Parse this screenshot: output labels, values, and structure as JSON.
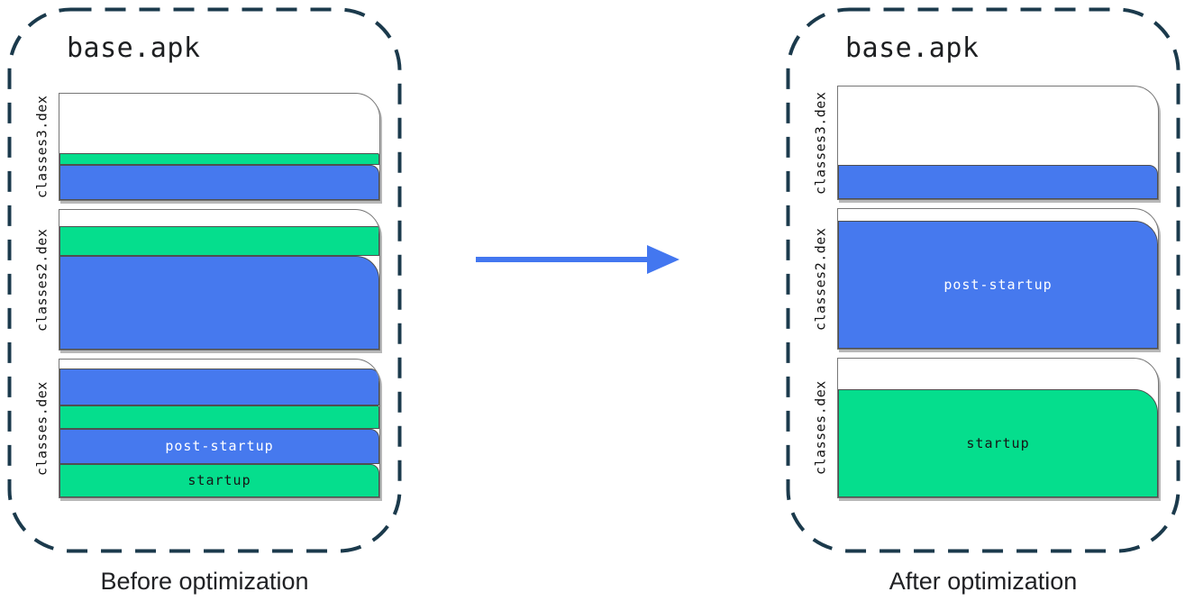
{
  "colors": {
    "blue": "#4679EE",
    "green": "#05DE8D",
    "white": "#FFFFFF",
    "container_outline": "#1B3A4C",
    "arrow": "#4377F0",
    "page_border": "#767676",
    "band_border": "#4F4F4F"
  },
  "panels": [
    {
      "id": "before",
      "title": "base.apk",
      "caption": "Before optimization",
      "files": [
        {
          "name": "classes3.dex",
          "height": 120,
          "bands": [
            {
              "color": "white",
              "h": 68
            },
            {
              "color": "green",
              "h": 13
            },
            {
              "color": "blue",
              "h": 39
            }
          ]
        },
        {
          "name": "classes2.dex",
          "height": 157,
          "bands": [
            {
              "color": "white",
              "h": 20
            },
            {
              "color": "green",
              "h": 33
            },
            {
              "color": "blue",
              "h": 104
            }
          ]
        },
        {
          "name": "classes.dex",
          "height": 155,
          "bands": [
            {
              "color": "white",
              "h": 12
            },
            {
              "color": "blue",
              "h": 41
            },
            {
              "color": "green",
              "h": 26
            },
            {
              "color": "blue",
              "h": 39,
              "label": "post-startup"
            },
            {
              "color": "green",
              "h": 37,
              "label": "startup"
            }
          ]
        }
      ]
    },
    {
      "id": "after",
      "title": "base.apk",
      "caption": "After optimization",
      "files": [
        {
          "name": "classes3.dex",
          "height": 127,
          "bands": [
            {
              "color": "white",
              "h": 89
            },
            {
              "color": "blue",
              "h": 38
            }
          ]
        },
        {
          "name": "classes2.dex",
          "height": 157,
          "bands": [
            {
              "color": "white",
              "h": 15
            },
            {
              "color": "blue",
              "h": 142,
              "label": "post-startup"
            }
          ]
        },
        {
          "name": "classes.dex",
          "height": 156,
          "bands": [
            {
              "color": "white",
              "h": 36
            },
            {
              "color": "green",
              "h": 120,
              "label": "startup"
            }
          ]
        }
      ]
    }
  ]
}
